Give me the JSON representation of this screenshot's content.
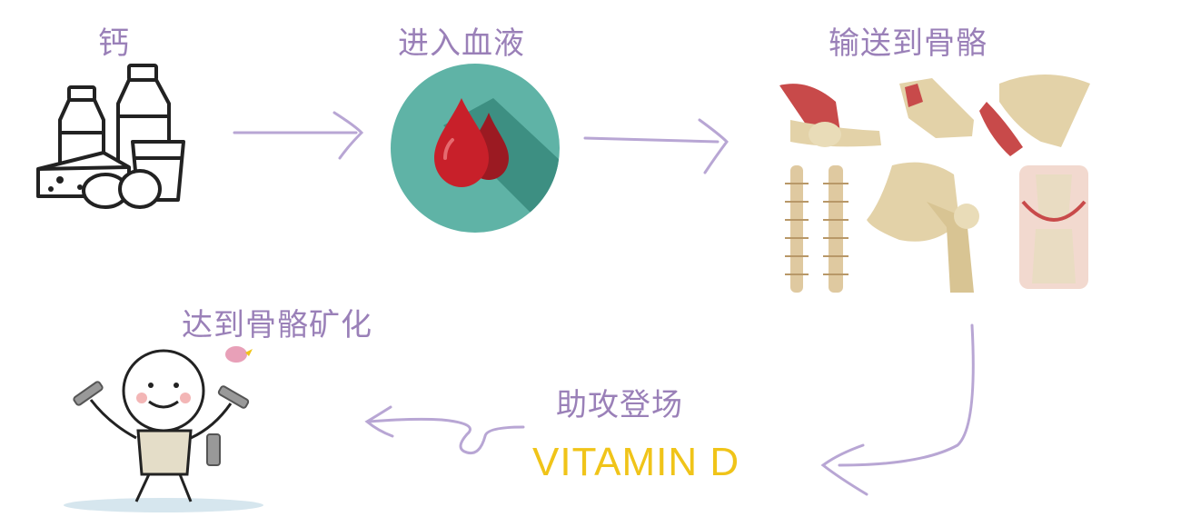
{
  "steps": {
    "calcium": "钙",
    "blood": "进入血液",
    "bones": "输送到骨骼",
    "mineral": "达到骨骼矿化",
    "help": "助攻登场",
    "vitamin": "VITAMIN D"
  },
  "colors": {
    "label": "#9a80b8",
    "arrow": "#b8a6d4",
    "vitamin": "#f0c419",
    "blood_circle": "#5fb3a6",
    "blood_drop": "#c8202a",
    "bone": "#e3d2a8",
    "muscle": "#c84a4a"
  },
  "icons": [
    "dairy-food-icon",
    "blood-drop-icon",
    "bone-collage-icon",
    "exercising-figure-icon"
  ]
}
